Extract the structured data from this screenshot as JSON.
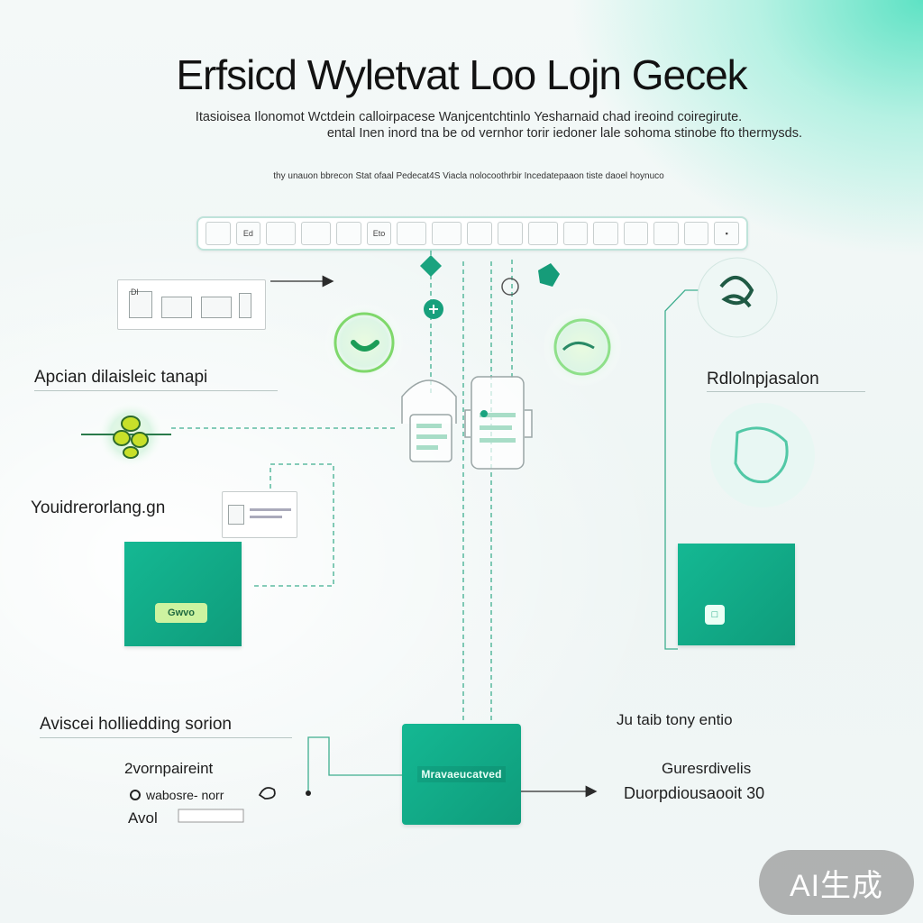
{
  "header": {
    "title": "Erfsicd Wyletvat Loo Lojn Gecek",
    "subtitle_line1": "Itasioisea Ilonomot Wctdein calloirpacese Wanjcentchtinlo Yesharnaid chad ireoind coiregirute.",
    "subtitle_line2": "ental Inen inord tna be od vernhor torir iedoner lale sohoma stinobe fto thermysds.",
    "caption": "thy unauon bbrecon Stat ofaal Pedecat4S Viacla nolocoothrbir Incedatepaaon tiste daoel hoynuco"
  },
  "toolbar": {
    "buttons": [
      "",
      "Ed",
      "",
      "",
      "",
      "Eto",
      "",
      "",
      "",
      "",
      "",
      "",
      "",
      "",
      "",
      "",
      "▪"
    ]
  },
  "left": {
    "label1": "Apcian dilaisleic tanapi",
    "label2": "Youidrerorlang.gn",
    "label3": "Aviscei holliedding sorion",
    "list_item1": "2vornpaireint",
    "list_item2": "wabosre- norr",
    "list_item3": "Avol",
    "panel_top_label": "Dl",
    "green_pill": "Gwvo"
  },
  "right": {
    "label1": "Rdlolnpjasalon",
    "label2": "Ju taib tony entio",
    "label3": "Guresrdivelis",
    "label4": "Duorpdiousaooit 30"
  },
  "center": {
    "box_label": "Mravaeucatved"
  },
  "badge": "AI生成",
  "colors": {
    "accent": "#14b893",
    "accent_dark": "#0f9c7b",
    "line": "#3fae8f",
    "bud_yellow": "#c8e02a"
  }
}
